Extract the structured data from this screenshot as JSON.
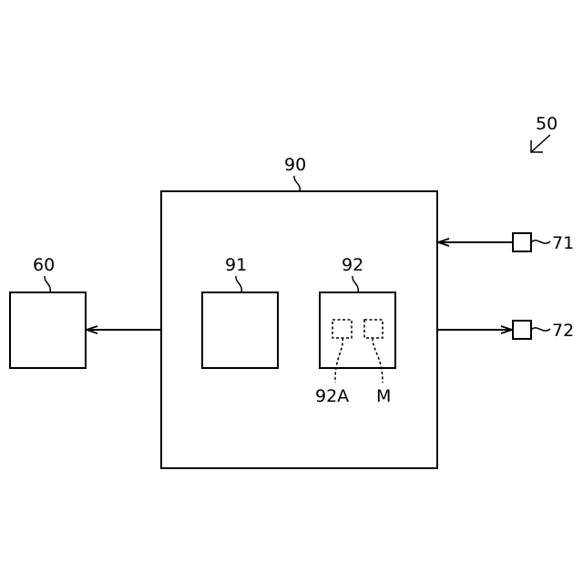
{
  "labels": {
    "system": "50",
    "external_device": "60",
    "controller": "90",
    "block_91": "91",
    "block_92": "92",
    "region_92a": "92A",
    "region_m": "M",
    "terminal_71": "71",
    "terminal_72": "72"
  },
  "colors": {
    "stroke": "#000000",
    "background": "#ffffff"
  }
}
